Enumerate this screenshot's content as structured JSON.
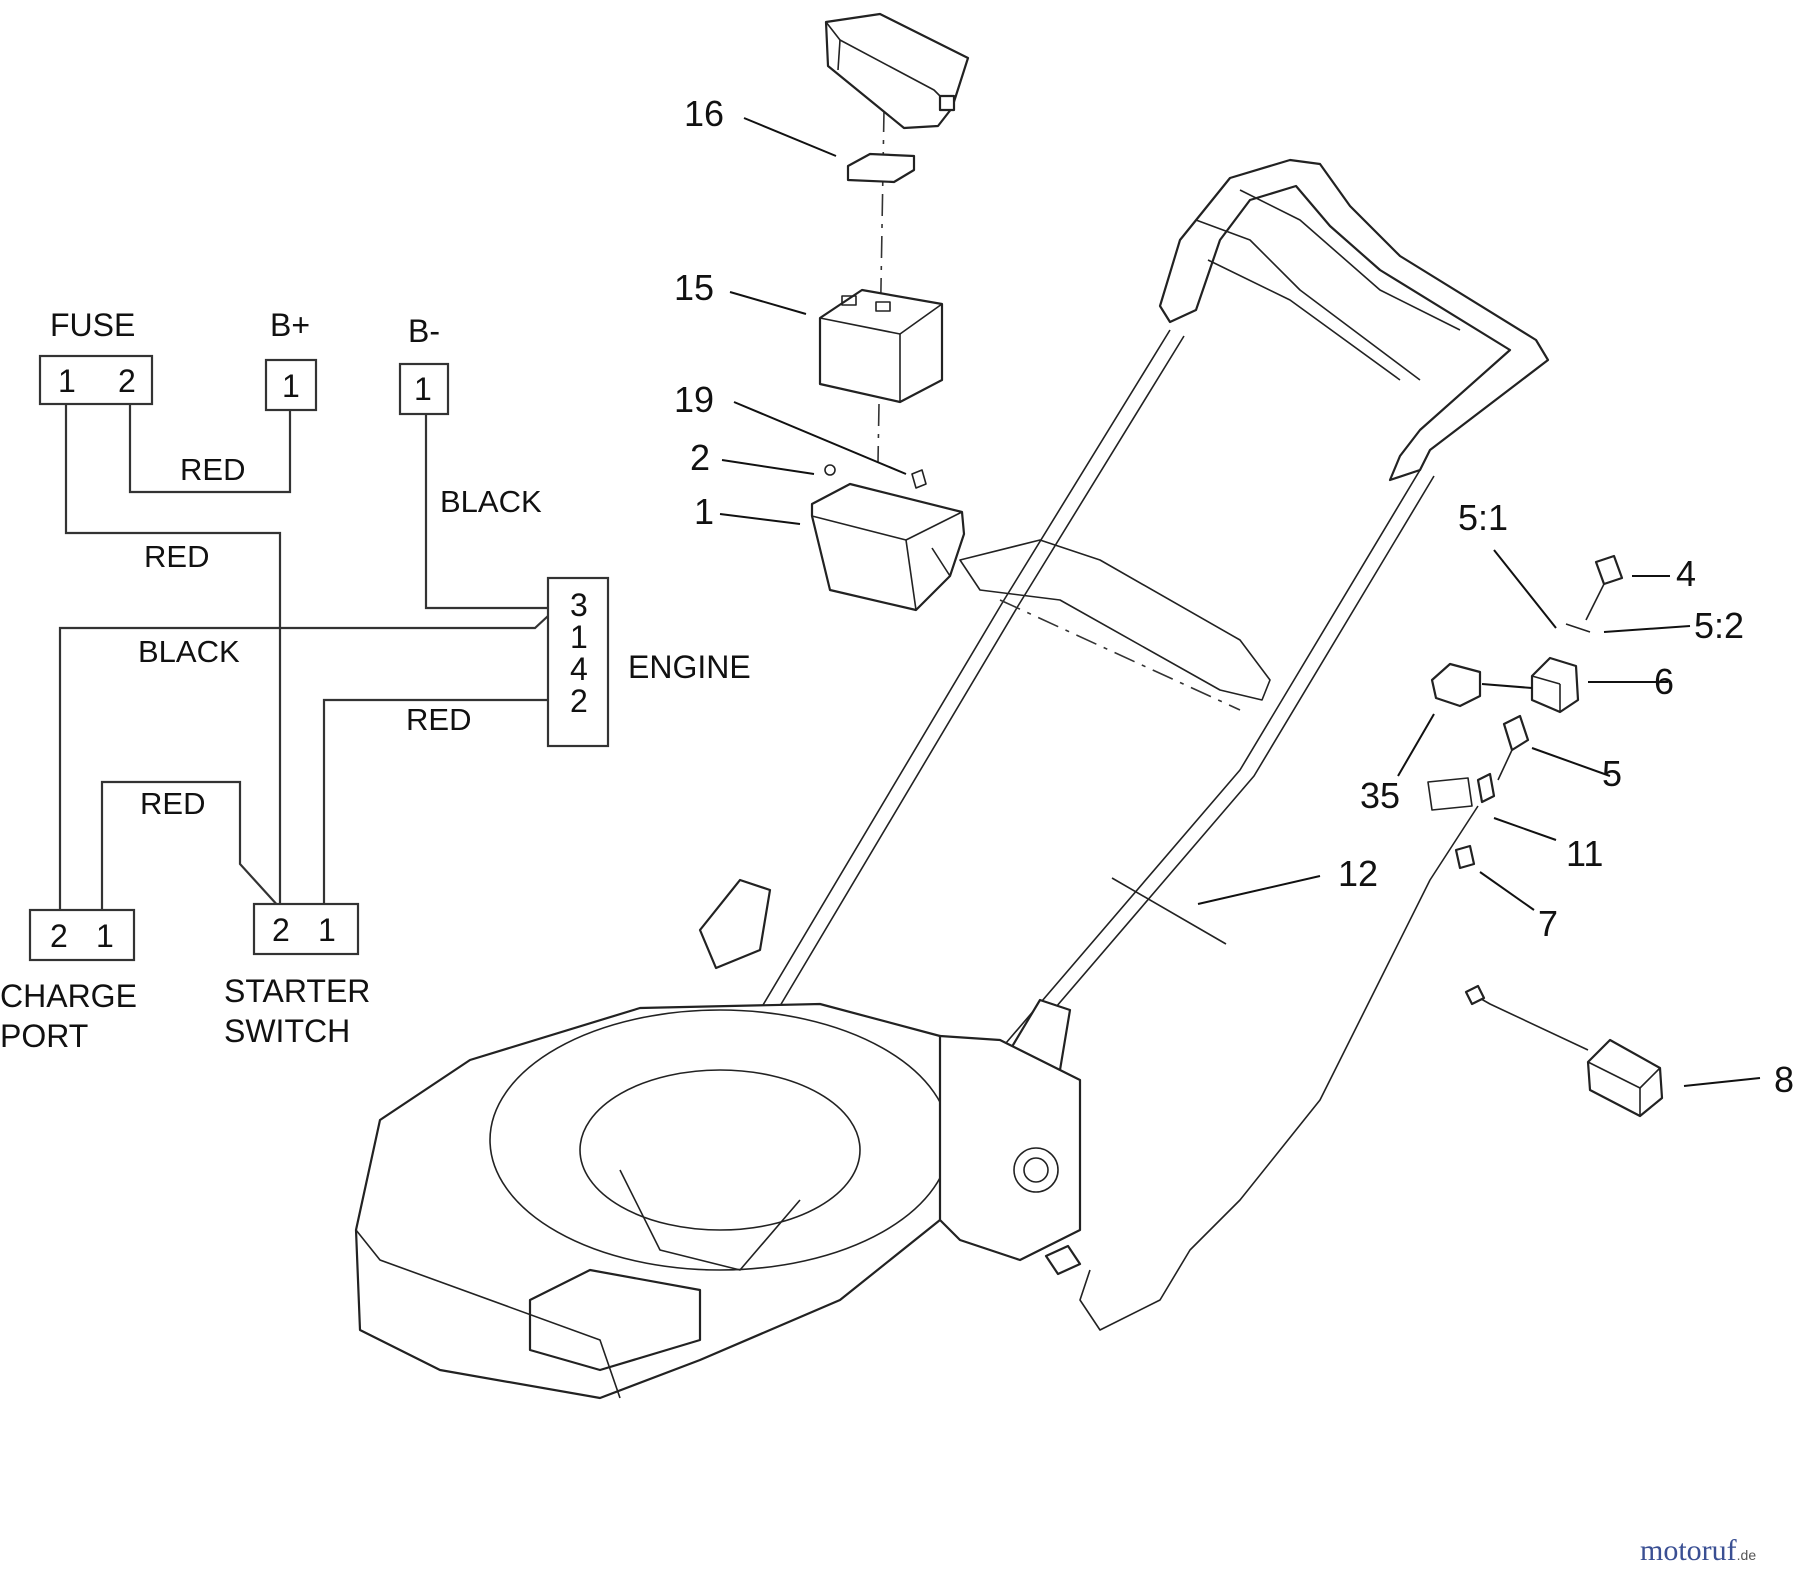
{
  "wiring": {
    "fuse": {
      "title": "FUSE",
      "pins": [
        "1",
        "2"
      ]
    },
    "b_plus": {
      "title": "B+",
      "pins": [
        "1"
      ]
    },
    "b_minus": {
      "title": "B-",
      "pins": [
        "1"
      ]
    },
    "engine": {
      "title": "ENGINE",
      "pins": [
        "3",
        "1",
        "4",
        "2"
      ]
    },
    "charge_port": {
      "title_lines": [
        "CHARGE",
        "PORT"
      ],
      "pins": [
        "2",
        "1"
      ]
    },
    "starter_switch": {
      "title_lines": [
        "STARTER",
        "SWITCH"
      ],
      "pins": [
        "2",
        "1"
      ]
    },
    "wire_labels": {
      "fuse_to_bplus": "RED",
      "fuse_to_starter": "RED",
      "bminus_to_engine": "BLACK",
      "engine_to_charge": "BLACK",
      "engine_to_starter": "RED",
      "charge_to_starter": "RED"
    }
  },
  "callouts": {
    "c16": "16",
    "c15": "15",
    "c19": "19",
    "c2": "2",
    "c1": "1",
    "c5_1": "5:1",
    "c4": "4",
    "c5_2": "5:2",
    "c6": "6",
    "c35": "35",
    "c5": "5",
    "c11": "11",
    "c12": "12",
    "c7": "7",
    "c8": "8"
  },
  "watermark": {
    "brand": "motoruf",
    "suffix": ".de"
  }
}
